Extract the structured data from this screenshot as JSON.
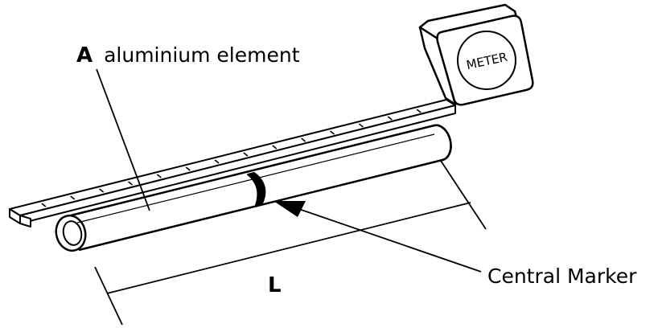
{
  "labels": {
    "element_letter": "A",
    "element_text": "aluminium element",
    "meter": "METER",
    "length": "L",
    "marker": "Central Marker"
  },
  "colors": {
    "ink": "#000000",
    "paper": "#ffffff"
  }
}
